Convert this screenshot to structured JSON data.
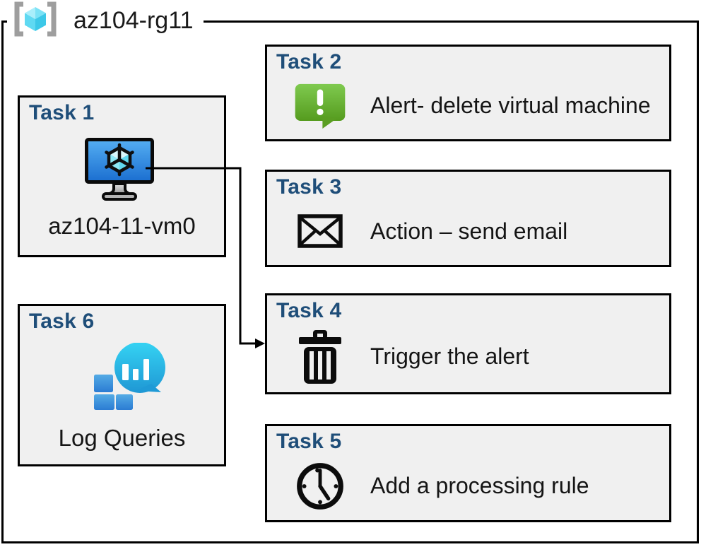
{
  "diagram": {
    "resource_group": {
      "title": "az104-rg11",
      "icon": "resource-group-icon"
    },
    "tasks": [
      {
        "id": "task1",
        "title": "Task 1",
        "label": "az104-11-vm0",
        "icon": "virtual-machine-icon"
      },
      {
        "id": "task2",
        "title": "Task 2",
        "label": "Alert- delete virtual machine",
        "icon": "alert-icon"
      },
      {
        "id": "task3",
        "title": "Task 3",
        "label": "Action – send email",
        "icon": "email-icon"
      },
      {
        "id": "task4",
        "title": "Task 4",
        "label": "Trigger the alert",
        "icon": "trash-icon"
      },
      {
        "id": "task5",
        "title": "Task 5",
        "label": "Add a processing rule",
        "icon": "clock-icon"
      },
      {
        "id": "task6",
        "title": "Task 6",
        "label": "Log Queries",
        "icon": "log-queries-icon"
      }
    ],
    "connector": {
      "from": "task1-virtual-machine",
      "to": "task4"
    },
    "colors": {
      "heading": "#1f4e79",
      "task_fill": "#f0f0f0",
      "border": "#000000",
      "alert_green_top": "#7fca4f",
      "alert_green_bottom": "#559b1e",
      "vm_screen_top": "#55aef2",
      "vm_screen_bottom": "#1a6ed0",
      "log_bubble_top": "#35d3f3",
      "log_bubble_bottom": "#1f97d4",
      "log_square_top": "#54abe5",
      "log_square_bottom": "#2b7cd3",
      "rg_bracket_gray": "#9e9e9e",
      "rg_cube_cyan": "#4ed4ee"
    }
  }
}
